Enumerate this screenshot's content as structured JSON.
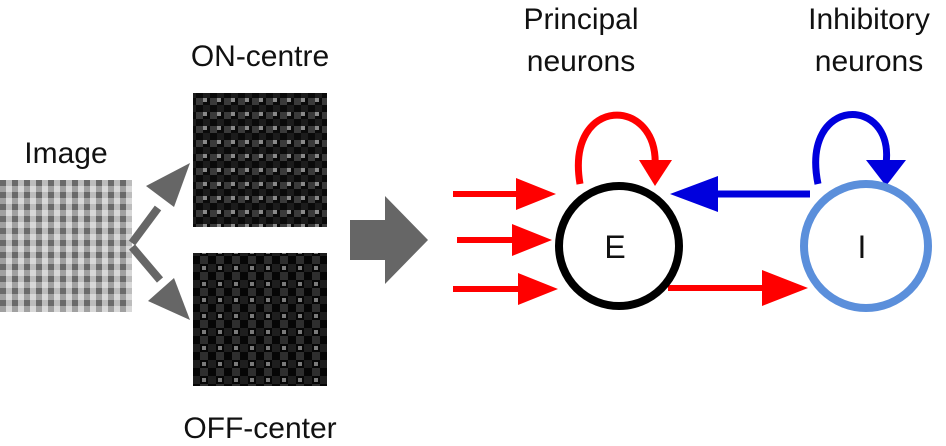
{
  "labels": {
    "image": "Image",
    "on_centre": "ON-centre",
    "off_center": "OFF-center",
    "principal_line1": "Principal",
    "principal_line2": "neurons",
    "inhibitory_line1": "Inhibitory",
    "inhibitory_line2": "neurons"
  },
  "nodes": {
    "excitatory": {
      "label": "E",
      "stroke_color": "#000000"
    },
    "inhibitory": {
      "label": "I",
      "stroke_color": "#5b8fdb"
    }
  },
  "colors": {
    "excitatory_arrow": "#ff0000",
    "inhibitory_arrow": "#0000dd",
    "flow_arrow": "#666666"
  },
  "input_arrow_count": 3
}
